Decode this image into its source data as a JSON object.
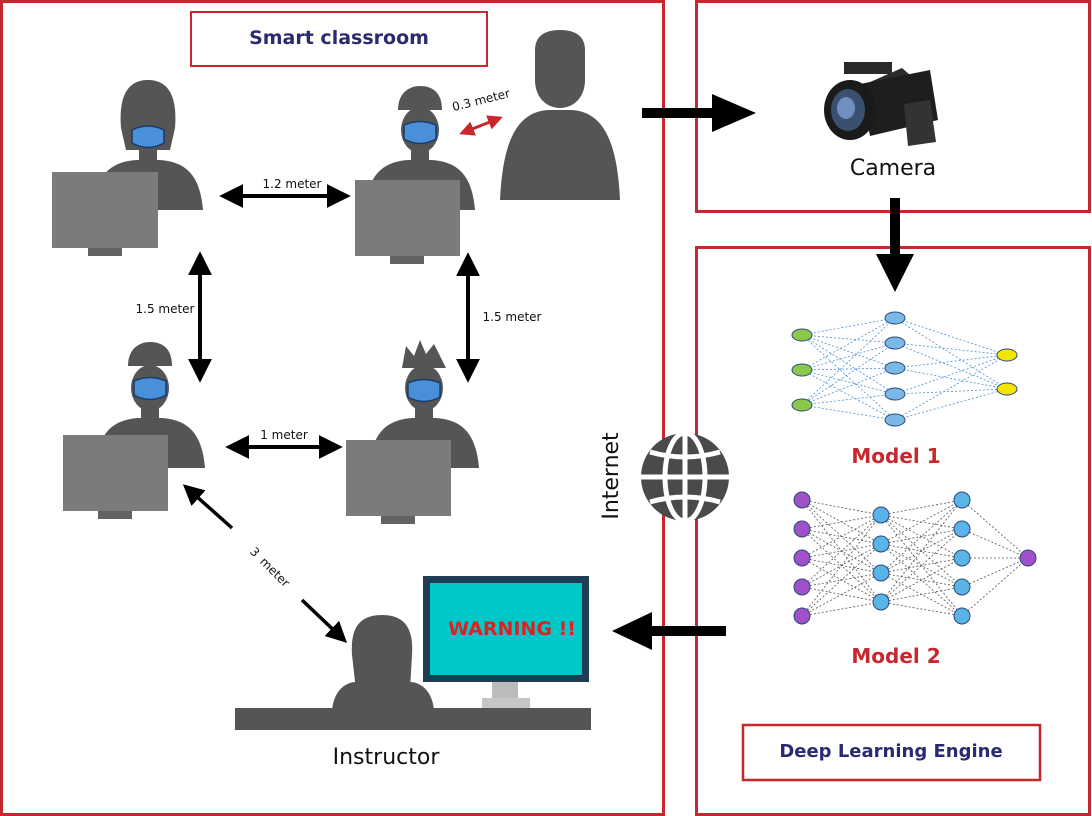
{
  "smart_classroom": {
    "title": "Smart classroom"
  },
  "distances": {
    "d_03": "0.3 meter",
    "d_12": "1.2 meter",
    "d_15_left": "1.5 meter",
    "d_15_right": "1.5 meter",
    "d_1": "1 meter",
    "d_3_num": "3",
    "d_3_unit": "meter"
  },
  "instructor": {
    "label": "Instructor",
    "warning": "WARNING !!"
  },
  "camera": {
    "label": "Camera"
  },
  "internet": {
    "label": "Internet"
  },
  "engine": {
    "title": "Deep Learning Engine",
    "model1": "Model 1",
    "model2": "Model 2"
  },
  "colors": {
    "frame_red": "#c8272d",
    "title_navy": "#2a2a72",
    "mask_blue": "#4a90d9",
    "warning_screen": "#00c8c8",
    "warning_text": "#e02020",
    "node_green": "#8cc84b",
    "node_blue": "#7ab8e8",
    "node_yellow": "#f2e600",
    "node_purple": "#a050c8",
    "node_cyan": "#5ab4e8"
  }
}
